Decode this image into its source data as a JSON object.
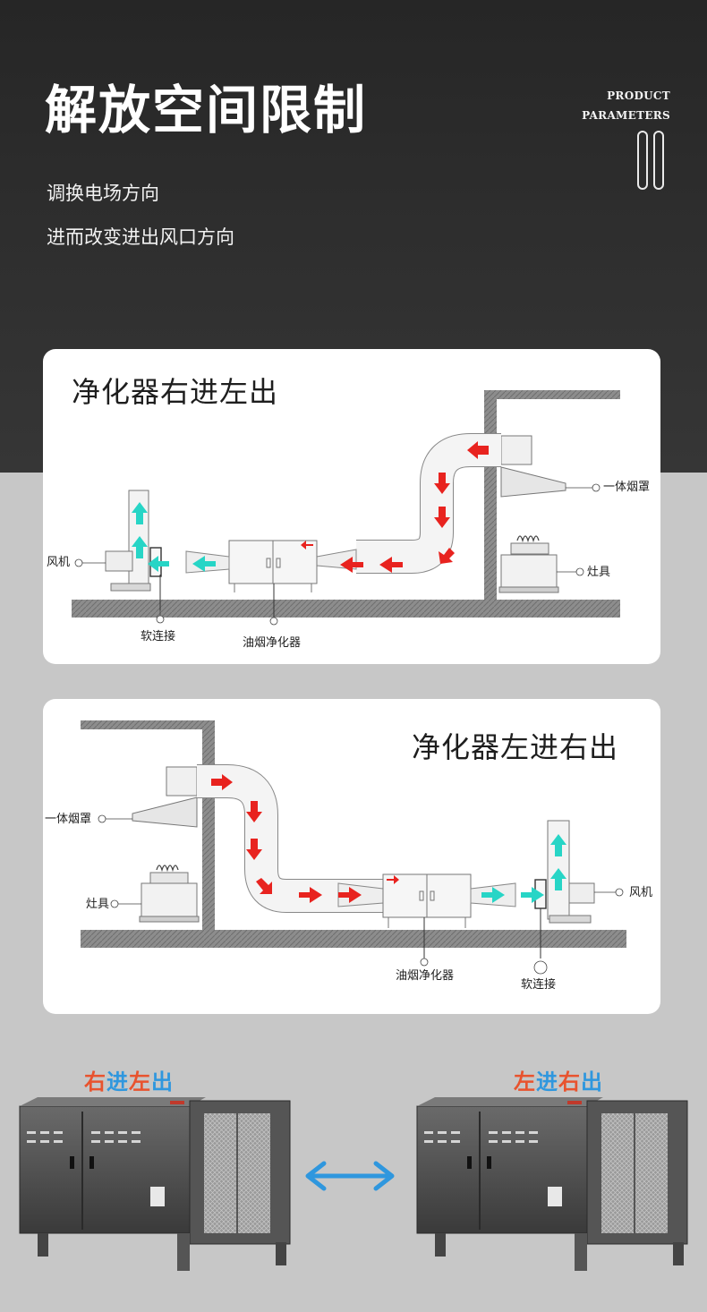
{
  "header": {
    "title": "解放空间限制",
    "sublines": [
      "调换电场方向",
      "进而改变进出风口方向"
    ],
    "product_label": [
      "PRODUCT",
      "PARAMETERS"
    ]
  },
  "cards": [
    {
      "title": "净化器右进左出",
      "labels": {
        "fan": "风机",
        "soft_connection": "软连接",
        "purifier": "油烟净化器",
        "hood": "一体烟罩",
        "stove": "灶具"
      }
    },
    {
      "title": "净化器左进右出",
      "labels": {
        "hood": "一体烟罩",
        "stove": "灶具",
        "purifier": "油烟净化器",
        "fan": "风机",
        "soft_connection": "软连接"
      }
    }
  ],
  "bottom": {
    "left_caption": [
      "右",
      "进",
      "左",
      "出"
    ],
    "right_caption": [
      "左",
      "进",
      "右",
      "出"
    ],
    "caption_colors": {
      "orange": "#e8532e",
      "blue": "#2f97de"
    },
    "swap_icon": "double-arrow-icon"
  },
  "colors": {
    "hero_bg": "#2c2c2c",
    "page_bg": "#c7c7c7",
    "red_arrow": "#e8231f",
    "cyan_arrow": "#27d5c6",
    "swap_arrow": "#2f97de"
  }
}
